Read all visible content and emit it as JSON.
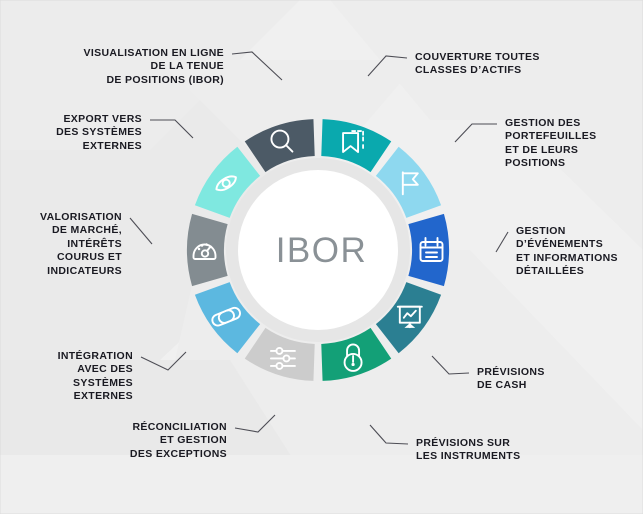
{
  "diagram": {
    "title": "IBOR capability wheel",
    "center_label": "IBOR",
    "background_color": "#f0f0f0",
    "center_disc_color": "#ffffff",
    "center_ring_color": "#e6e6e6",
    "connector_color": "#4d4d55",
    "label_color": "#1a1a22",
    "segment_count": 10,
    "segments": [
      {
        "id": "couverture-classes-actifs",
        "index": 0,
        "icon": "bookmark-icon",
        "color": "#0aa9ae",
        "angle_start": 0,
        "angle_end": 36,
        "label_lines": [
          "COUVERTURE TOUTES",
          "CLASSES D’ACTIFS"
        ],
        "label_align": "left"
      },
      {
        "id": "gestion-portefeuilles-positions",
        "index": 1,
        "icon": "flag-icon",
        "color": "#8ed8ef",
        "angle_start": 36,
        "angle_end": 72,
        "label_lines": [
          "GESTION DES",
          "PORTEFEUILLES",
          "ET DE LEURS",
          "POSITIONS"
        ],
        "label_align": "left"
      },
      {
        "id": "gestion-evenements-informations",
        "index": 2,
        "icon": "calendar-icon",
        "color": "#2266cc",
        "angle_start": 72,
        "angle_end": 108,
        "label_lines": [
          "GESTION",
          "D’ÉVÉNEMENTS",
          "ET INFORMATIONS",
          "DÉTAILLÉES"
        ],
        "label_align": "left"
      },
      {
        "id": "previsions-de-cash",
        "index": 3,
        "icon": "presentation-chart-icon",
        "color": "#2b7f92",
        "angle_start": 108,
        "angle_end": 144,
        "label_lines": [
          "PRÉVISIONS",
          "DE CASH"
        ],
        "label_align": "left"
      },
      {
        "id": "previsions-sur-les-instruments",
        "index": 4,
        "icon": "lock-icon",
        "color": "#13a077",
        "angle_start": 144,
        "angle_end": 180,
        "label_lines": [
          "PRÉVISIONS SUR",
          "LES INSTRUMENTS"
        ],
        "label_align": "left"
      },
      {
        "id": "reconciliation-gestion-exceptions",
        "index": 5,
        "icon": "sliders-icon",
        "color": "#cccccc",
        "angle_start": 180,
        "angle_end": 216,
        "label_lines": [
          "RÉCONCILIATION",
          "ET GESTION",
          "DES EXCEPTIONS"
        ],
        "label_align": "right"
      },
      {
        "id": "integration-systemes-externes",
        "index": 6,
        "icon": "link-icon",
        "color": "#5cb8e0",
        "angle_start": 216,
        "angle_end": 252,
        "label_lines": [
          "INTÉGRATION",
          "AVEC DES",
          "SYSTÈMES",
          "EXTERNES"
        ],
        "label_align": "right"
      },
      {
        "id": "valorisation-marche-interets",
        "index": 7,
        "icon": "gauge-icon",
        "color": "#838c91",
        "angle_start": 252,
        "angle_end": 288,
        "label_lines": [
          "VALORISATION",
          "DE MARCHÉ,",
          "INTÉRÊTS",
          "COURUS ET",
          "INDICATEURS"
        ],
        "label_align": "right"
      },
      {
        "id": "export-vers-systemes-externes",
        "index": 8,
        "icon": "eye-icon",
        "color": "#7fe8e0",
        "angle_start": 288,
        "angle_end": 324,
        "label_lines": [
          "EXPORT VERS",
          "DES SYSTÈMES",
          "EXTERNES"
        ],
        "label_align": "right"
      },
      {
        "id": "visualisation-en-ligne-ibor",
        "index": 9,
        "icon": "search-icon",
        "color": "#4c5a66",
        "angle_start": 324,
        "angle_end": 360,
        "label_lines": [
          "VISUALISATION EN LIGNE",
          "DE LA TENUE",
          "DE POSITIONS (IBOR)"
        ],
        "label_align": "right"
      }
    ]
  }
}
